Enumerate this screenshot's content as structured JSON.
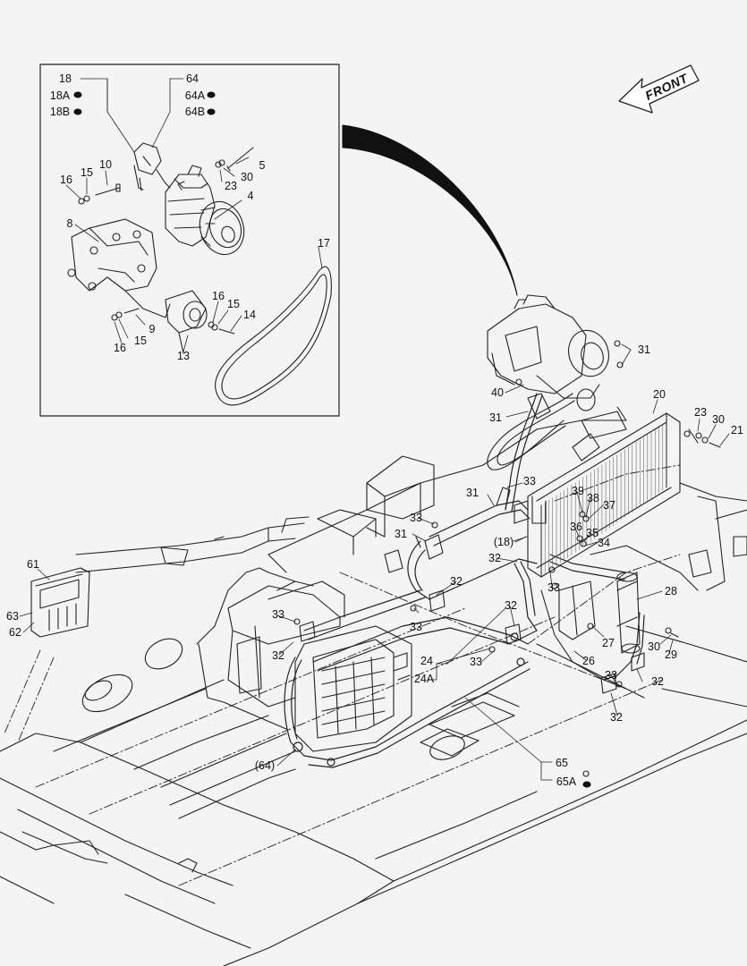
{
  "front_label": "FRONT",
  "labels": {
    "i18": "18",
    "i18A": "18A",
    "i18B": "18B",
    "i64": "64",
    "i64A": "64A",
    "i64B": "64B",
    "i5": "5",
    "i30": "30",
    "i23": "23",
    "i10": "10",
    "i15a": "15",
    "i16a": "16",
    "i4": "4",
    "i8": "8",
    "i17": "17",
    "i16b": "16",
    "i15b": "15",
    "i14": "14",
    "i9": "9",
    "i15c": "15",
    "i16c": "16",
    "i13": "13",
    "m31a": "31",
    "m40": "40",
    "m31b": "31",
    "m20": "20",
    "m23": "23",
    "m30": "30",
    "m21": "21",
    "m33a": "33",
    "m31c": "31",
    "m33b": "33",
    "m31d": "31",
    "m18": "(18)",
    "m39": "39",
    "m38": "38",
    "m37": "37",
    "m36": "36",
    "m35": "35",
    "m34": "34",
    "m32a": "32",
    "m33c": "33",
    "m28": "28",
    "m32b": "32",
    "m33d": "33",
    "m32c": "32",
    "m33e": "33",
    "m27": "27",
    "m30b": "30",
    "m29": "29",
    "m26": "26",
    "m24": "24",
    "m24A": "24A",
    "m33f": "33",
    "m32d": "32",
    "m32e": "32",
    "m33g": "33",
    "m32f": "32",
    "m64": "(64)",
    "m65": "65",
    "m65A": "65A",
    "m61": "61",
    "m63": "63",
    "m62": "62"
  }
}
